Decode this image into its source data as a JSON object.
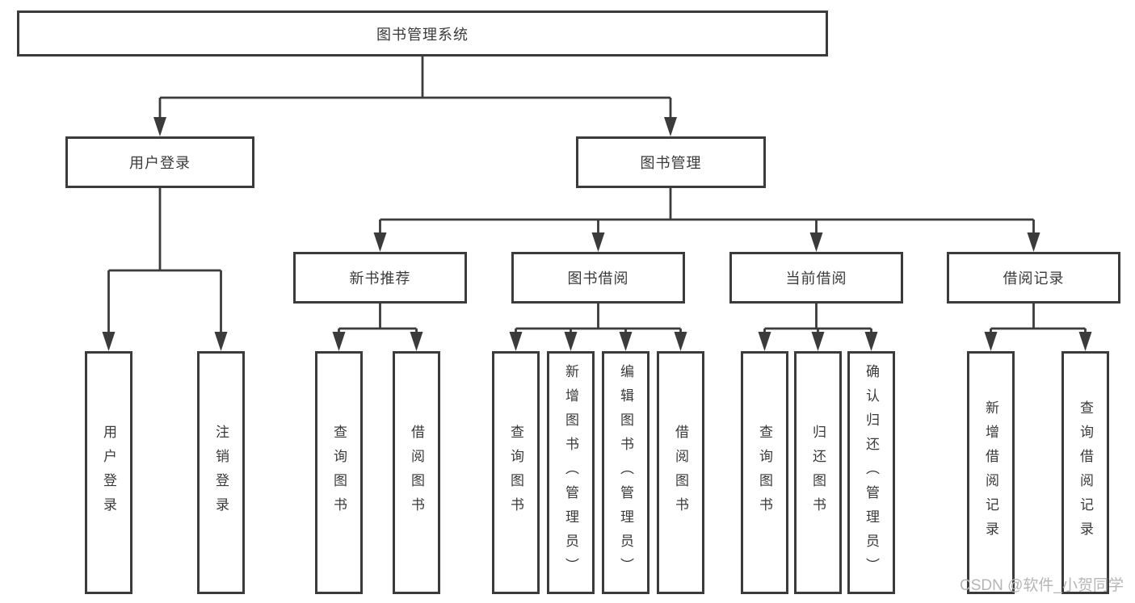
{
  "tree": {
    "root": {
      "label": "图书管理系统"
    },
    "branches": [
      {
        "label": "用户登录",
        "leaves": [
          {
            "label": "用户登录"
          },
          {
            "label": "注销登录"
          }
        ]
      },
      {
        "label": "图书管理",
        "children": [
          {
            "label": "新书推荐",
            "leaves": [
              {
                "label": "查询图书"
              },
              {
                "label": "借阅图书"
              }
            ]
          },
          {
            "label": "图书借阅",
            "leaves": [
              {
                "label": "查询图书"
              },
              {
                "label": "新增图书（管理员）"
              },
              {
                "label": "编辑图书（管理员）"
              },
              {
                "label": "借阅图书"
              }
            ]
          },
          {
            "label": "当前借阅",
            "leaves": [
              {
                "label": "查询图书"
              },
              {
                "label": "归还图书"
              },
              {
                "label": "确认归还（管理员）"
              }
            ]
          },
          {
            "label": "借阅记录",
            "leaves": [
              {
                "label": "新增借阅记录"
              },
              {
                "label": "查询借阅记录"
              }
            ]
          }
        ]
      }
    ]
  },
  "watermark": {
    "text": "CSDN @软件_小贺同学"
  },
  "colors": {
    "line": "#3b3b3b",
    "text": "#3a3a3a",
    "background": "#ffffff",
    "watermark": "#b5b5b5"
  }
}
